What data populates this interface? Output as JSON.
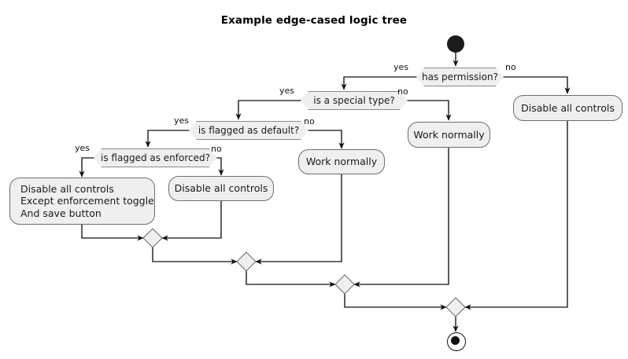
{
  "diagram": {
    "title": "Example edge-cased logic tree",
    "type": "activity-flow-chart",
    "colors": {
      "node_fill": "#efefef",
      "node_stroke": "#6e6e6e",
      "line": "#111111",
      "text": "#1a1a1a"
    },
    "start_node": {
      "name": "start",
      "shape": "filled-circle"
    },
    "end_node": {
      "name": "end",
      "shape": "circled-filled-circle"
    },
    "decisions": [
      {
        "id": "d1",
        "text": "has permission?",
        "yes_label": "yes",
        "no_label": "no"
      },
      {
        "id": "d2",
        "text": "is a special type?",
        "yes_label": "yes",
        "no_label": "no"
      },
      {
        "id": "d3",
        "text": "is flagged as default?",
        "yes_label": "yes",
        "no_label": "no"
      },
      {
        "id": "d4",
        "text": "is flagged as enforced?",
        "yes_label": "yes",
        "no_label": "no"
      }
    ],
    "activities": [
      {
        "id": "a1",
        "text": "Disable all controls\nExcept enforcement toggle\nAnd save button"
      },
      {
        "id": "a2",
        "text": "Disable all controls"
      },
      {
        "id": "a3",
        "text": "Work normally"
      },
      {
        "id": "a4",
        "text": "Work normally"
      },
      {
        "id": "a5",
        "text": "Disable all controls"
      }
    ],
    "merges": [
      {
        "id": "m1",
        "shape": "diamond"
      },
      {
        "id": "m2",
        "shape": "diamond"
      },
      {
        "id": "m3",
        "shape": "diamond"
      },
      {
        "id": "m4",
        "shape": "diamond"
      }
    ]
  }
}
